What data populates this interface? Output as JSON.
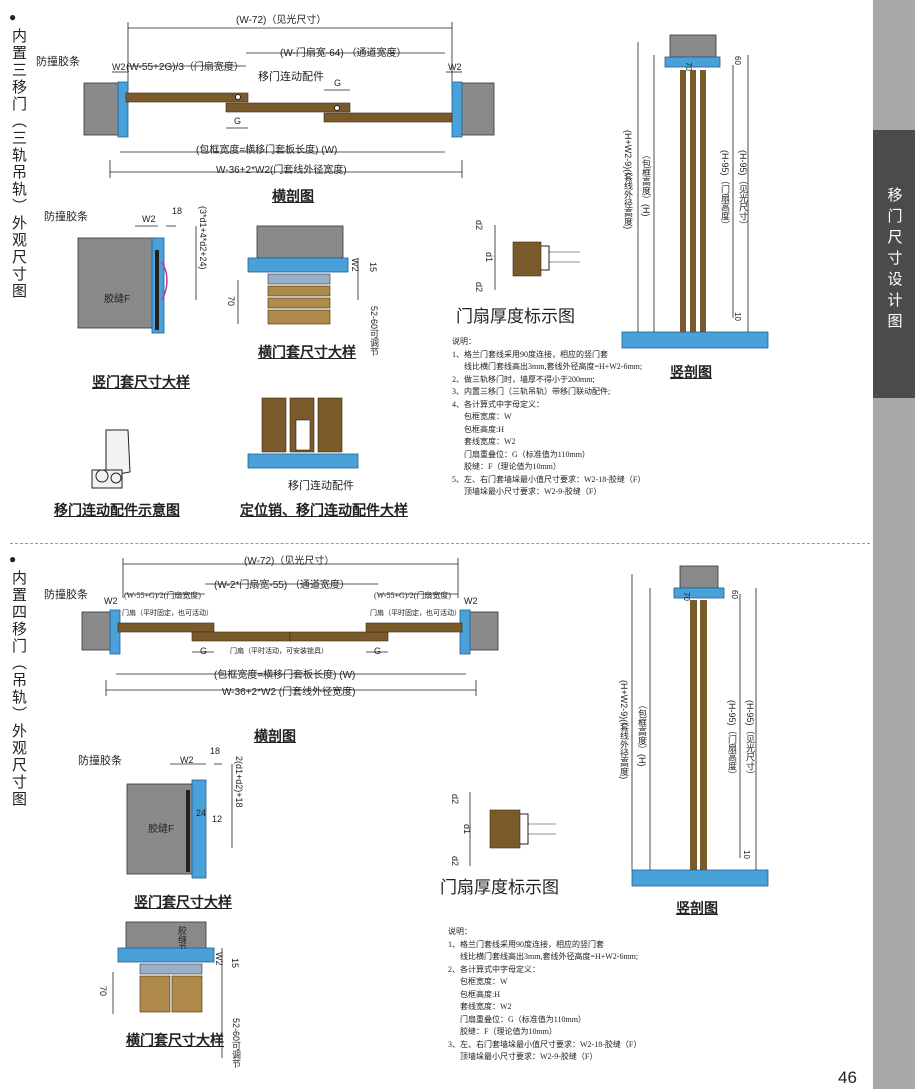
{
  "sidebar": {
    "section_title": "移门尺寸设计图",
    "page_number": "46"
  },
  "section1": {
    "bullet": "●",
    "vertical_title": "内置三移门（三轨吊轨）外观尺寸图",
    "horizontal": {
      "top_dim": "(W-72)（见光尺寸）",
      "anti_strip": "防撞胶条",
      "w2_left": "W2",
      "w2_right": "W2",
      "leaf_width": "(W-55+2G)/3（门扇宽度）",
      "passage": "(W-门扇宽-64)  （通道宽度）",
      "connector": "移门连动配件",
      "g_top": "G",
      "g_bottom": "G",
      "frame_width": "(包框宽度=横移门套板长度) (W)",
      "outer_width": "W-36+2*W2(门套线外径宽度)",
      "caption": "横剖图"
    },
    "vertical_detail": {
      "anti_strip": "防撞胶条",
      "w2": "W2",
      "n18": "18",
      "formula": "(3*d1+4*d2+24)",
      "glue": "胶缝F",
      "caption": "竖门套尺寸大样"
    },
    "horizontal_detail": {
      "w2": "W2",
      "n15": "15",
      "n70": "70",
      "adjust": "52-60可调节",
      "caption": "横门套尺寸大样"
    },
    "thickness": {
      "d2a": "d2",
      "d1": "d1",
      "d2b": "d2",
      "caption": "门扇厚度标示图"
    },
    "section_view": {
      "n70": "70",
      "n60": "60",
      "n10": "10",
      "label_outer": "(H+W2-9)(套线外径高度)",
      "label_frame": "（包框高度）(H)",
      "label_leaf": "(H-95)（门扇高度）",
      "label_visible": "(H-95)（见光尺寸）",
      "caption": "竖剖图"
    },
    "connector_sketch": {
      "caption": "移门连动配件示意图"
    },
    "pin_detail": {
      "label": "移门连动配件",
      "caption": "定位销、移门连动配件大样"
    },
    "notes": [
      "说明：",
      "1、格兰门套线采用90度连接，相应的竖门套",
      "线比横门套线高出3mm,套线外径高度=H+W2-6mm;",
      "2、做三轨移门时，墙厚不得小于200mm;",
      "3、内置三移门（三轨吊轨）带移门联动配件;",
      "4、各计算式中字母定义：",
      "包框宽度：W",
      "包框高度:H",
      "套线宽度：W2",
      "门扇重叠位：G（标准值为110mm）",
      "胶缝：F（理论值为10mm）",
      "5、左、右门套墙垛最小值尺寸要求：W2-18-胶缝（F）",
      "顶墙垛最小尺寸要求：W2-9-胶缝（F）"
    ]
  },
  "section2": {
    "bullet": "●",
    "vertical_title": "内置四移门（吊轨）外观尺寸图",
    "horizontal": {
      "top_dim": "(W-72)（见光尺寸）",
      "anti_strip": "防撞胶条",
      "w2_left": "W2",
      "w2_right": "W2",
      "left_leaf_width": "(W-55+G)/2(门扇宽度)",
      "passage": "(W-2*门扇宽-55)  （通道宽度）",
      "right_leaf_width": "(W-55+G)/2(门扇宽度)",
      "leaf_fixed_left": "门扇（平时固定，也可活动）",
      "leaf_fixed_right": "门扇（平时固定，也可活动）",
      "leaf_active": "门扇（平时活动，可安装锁具）",
      "g_left": "G",
      "g_right": "G",
      "frame_width": "(包框宽度=横移门套板长度) (W)",
      "outer_width": "W-36+2*W2 (门套线外径宽度)",
      "caption": "横剖图"
    },
    "vertical_detail": {
      "anti_strip": "防撞胶条",
      "w2": "W2",
      "n18": "18",
      "formula": "2(d1+d2)+18",
      "n24": "24",
      "n12": "12",
      "glue": "胶缝F",
      "caption": "竖门套尺寸大样"
    },
    "horizontal_detail": {
      "glue": "胶缝F",
      "w2": "W2",
      "n15": "15",
      "n70": "70",
      "adjust": "52-60可调节",
      "caption": "横门套尺寸大样"
    },
    "thickness": {
      "d2a": "d2",
      "d1": "d1",
      "d2b": "d2",
      "caption": "门扇厚度标示图"
    },
    "section_view": {
      "n70": "70",
      "n60": "60",
      "n10": "10",
      "label_outer": "(H+W2-9)(套线外径高度)",
      "label_frame": "（包框高度）(H)",
      "label_leaf": "(H-95)（门扇高度）",
      "label_visible": "(H-95)（见光尺寸）",
      "caption": "竖剖图"
    },
    "notes": [
      "说明：",
      "1、格兰门套线采用90度连接，相应的竖门套",
      "线比横门套线高出3mm,套线外径高度=H+W2-6mm;",
      "2、各计算式中字母定义：",
      "包框宽度：W",
      "包框高度:H",
      "套线宽度：W2",
      "门扇重叠位：G（标准值为110mm）",
      "胶缝：F（理论值为10mm）",
      "3、左、右门套墙垛最小值尺寸要求：W2-18-胶缝（F）",
      "顶墙垛最小尺寸要求：W2-9-胶缝（F）"
    ]
  },
  "colors": {
    "wood": "#7a5a2a",
    "wood_light": "#b08a4a",
    "wall": "#8a8a8a",
    "frame": "#4aa0d8",
    "sidebar": "#a7a8aa",
    "sidebar_dark": "#4b4b4b"
  }
}
